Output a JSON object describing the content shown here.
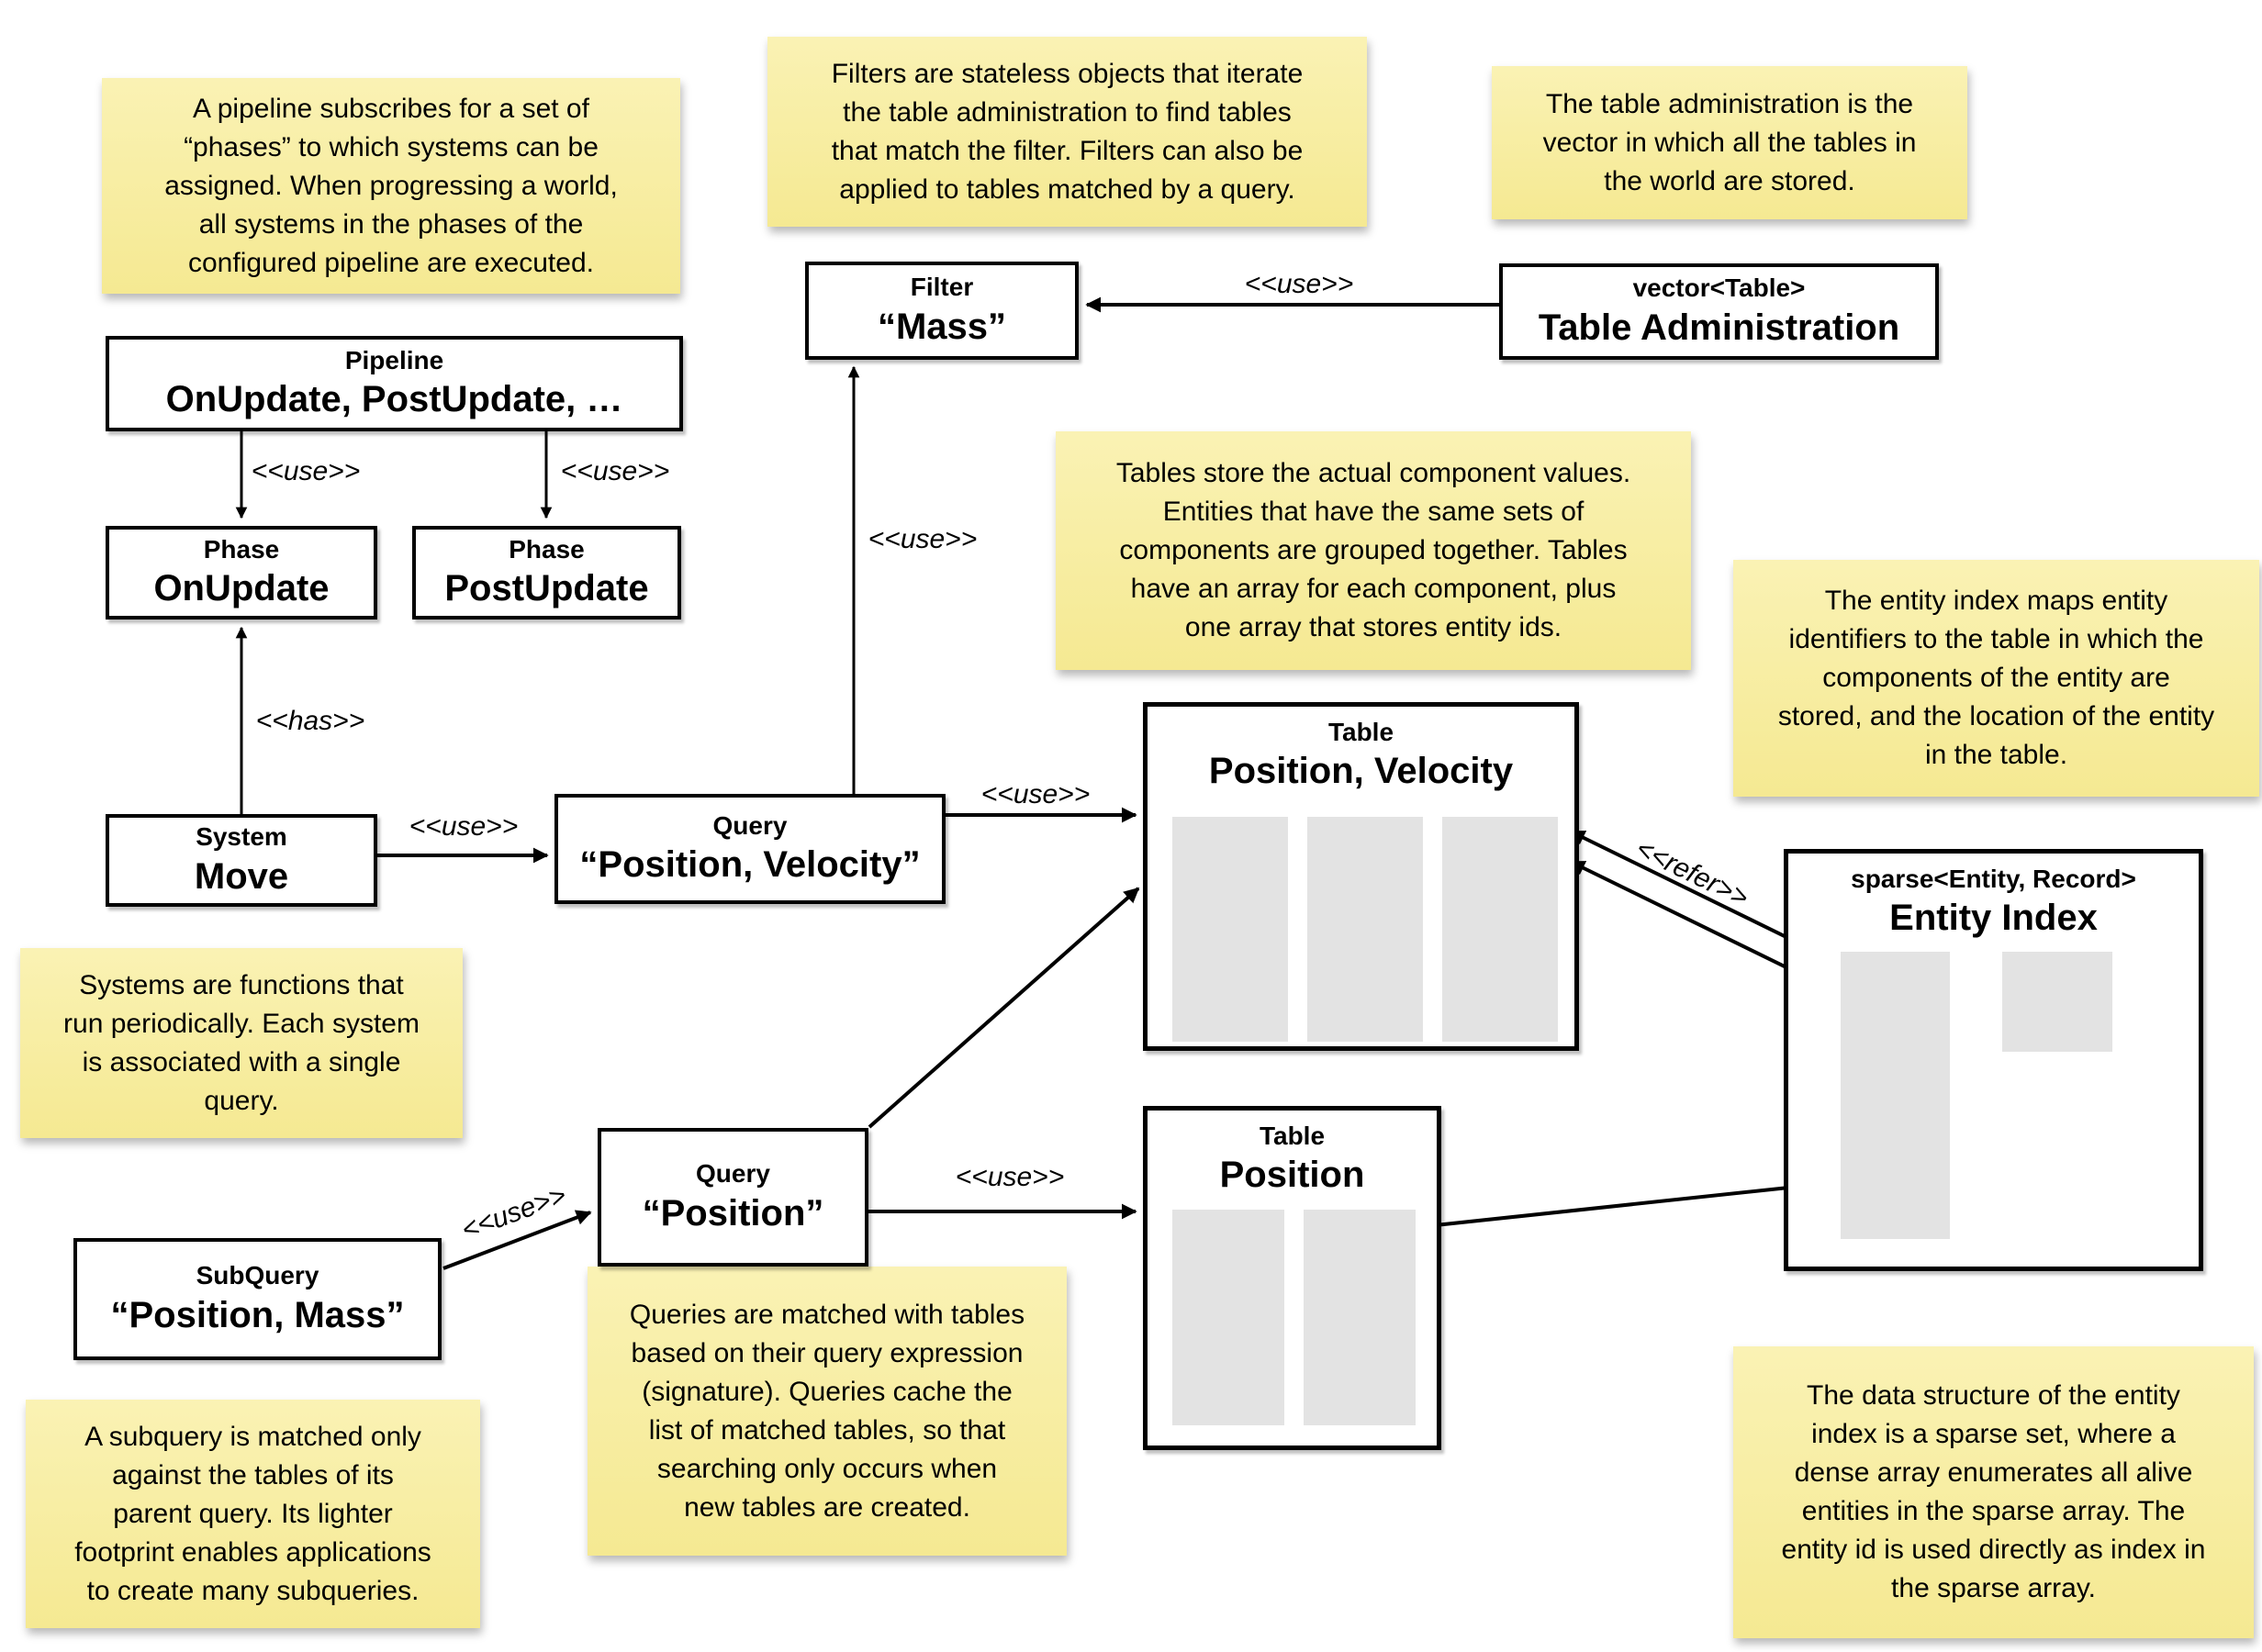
{
  "colors": {
    "note_fill_top": "#FAF2B4",
    "note_fill_bottom": "#F5E992",
    "array_placeholder_gray": "#E3E3E3",
    "line_black": "#000000"
  },
  "notes": {
    "pipeline": "A pipeline subscribes for a set of\n“phases” to which systems can be\nassigned. When progressing a world,\nall systems in the phases of the\nconfigured pipeline are executed.",
    "filters": "Filters are stateless objects that iterate\nthe table administration to find tables\nthat match the filter. Filters can also be\napplied to tables matched by a query.",
    "table_administration": "The table administration is the\nvector in which all the tables in\nthe world are stored.",
    "tables": "Tables store the actual component values.\nEntities that have the same sets of\ncomponents are grouped together. Tables\nhave an array for each component, plus\none array that stores entity ids.",
    "entity_index": "The entity index maps entity\nidentifiers to the table in which the\ncomponents of the entity are\nstored, and the location of the entity\nin the table.",
    "systems": "Systems are functions that\nrun periodically. Each system\nis associated with a single\nquery.",
    "queries": "Queries are matched with tables\nbased on their query expression\n(signature). Queries cache the\nlist of matched tables, so that\nsearching only occurs when\nnew tables are created.",
    "subquery": "A subquery is matched only\nagainst the tables of its\nparent query. Its lighter\nfootprint enables applications\nto create many subqueries.",
    "sparse_set": "The data structure of the entity\nindex is a sparse set, where a\ndense array enumerates all alive\nentities in the sparse array. The\nentity id is used directly as index in\nthe sparse array."
  },
  "boxes": {
    "pipeline": {
      "stereotype": "Pipeline",
      "name": "OnUpdate, PostUpdate, …"
    },
    "phase_onupdate": {
      "stereotype": "Phase",
      "name": "OnUpdate"
    },
    "phase_postupdate": {
      "stereotype": "Phase",
      "name": "PostUpdate"
    },
    "system_move": {
      "stereotype": "System",
      "name": "Move"
    },
    "query_pv": {
      "stereotype": "Query",
      "name": "“Position, Velocity”"
    },
    "filter_mass": {
      "stereotype": "Filter",
      "name": "“Mass”"
    },
    "table_admin": {
      "stereotype": "vector<Table>",
      "name": "Table Administration"
    },
    "table_pv": {
      "stereotype": "Table",
      "name": "Position, Velocity"
    },
    "table_pos": {
      "stereotype": "Table",
      "name": "Position"
    },
    "entity_index": {
      "stereotype": "sparse<Entity, Record>",
      "name": "Entity Index"
    },
    "subquery": {
      "stereotype": "SubQuery",
      "name": "“Position, Mass”"
    },
    "query_pos": {
      "stereotype": "Query",
      "name": "“Position”"
    }
  },
  "arrows": {
    "pipeline_to_phase_onupdate": {
      "label": "<<use>>"
    },
    "pipeline_to_phase_postupdate": {
      "label": "<<use>>"
    },
    "system_move_to_phase_onupdate": {
      "label": "<<has>>"
    },
    "system_move_to_query_pv": {
      "label": "<<use>>"
    },
    "query_pv_to_filter_mass": {
      "label": "<<use>>"
    },
    "table_admin_to_filter_mass": {
      "label": "<<use>>"
    },
    "query_pv_to_table_pv": {
      "label": "<<use>>"
    },
    "subquery_to_query_pos": {
      "label": "<<use>>"
    },
    "query_pos_to_table_pos": {
      "label": "<<use>>"
    },
    "entity_index_to_table_pv": {
      "label": "<<refer>>"
    }
  }
}
